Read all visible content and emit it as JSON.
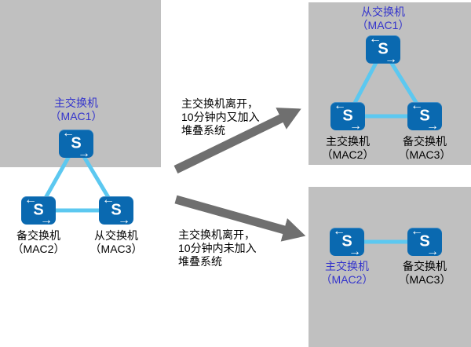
{
  "colors": {
    "panel_bg": "#c0c0c0",
    "switch_blue": "#0a69b0",
    "link_blue": "#5cc8f0",
    "label_blue": "#3333cc",
    "arrow_gray": "#6f6f6f",
    "text_color": "#000000"
  },
  "icon": {
    "letter": "S",
    "arrow_left": "←",
    "arrow_right": "→"
  },
  "left_panel": {
    "title1": "主交换机",
    "title2": "（MAC1）",
    "bottom_left_label1": "备交换机",
    "bottom_left_label2": "（MAC2）",
    "bottom_right_label1": "从交换机",
    "bottom_right_label2": "（MAC3）"
  },
  "top_right_panel": {
    "title1": "从交换机",
    "title2": "（MAC1）",
    "bottom_left_label1": "主交换机",
    "bottom_left_label2": "（MAC2）",
    "bottom_right_label1": "备交换机",
    "bottom_right_label2": "（MAC3）"
  },
  "bottom_right_panel": {
    "left_label1": "主交换机",
    "left_label2": "（MAC2）",
    "right_label1": "备交换机",
    "right_label2": "（MAC3）"
  },
  "transitions": {
    "top": {
      "line1": "主交换机离开，",
      "line2": "10分钟内又加入",
      "line3": "堆叠系统"
    },
    "bottom": {
      "line1": "主交换机离开，",
      "line2": "10分钟内未加入",
      "line3": "堆叠系统"
    }
  }
}
